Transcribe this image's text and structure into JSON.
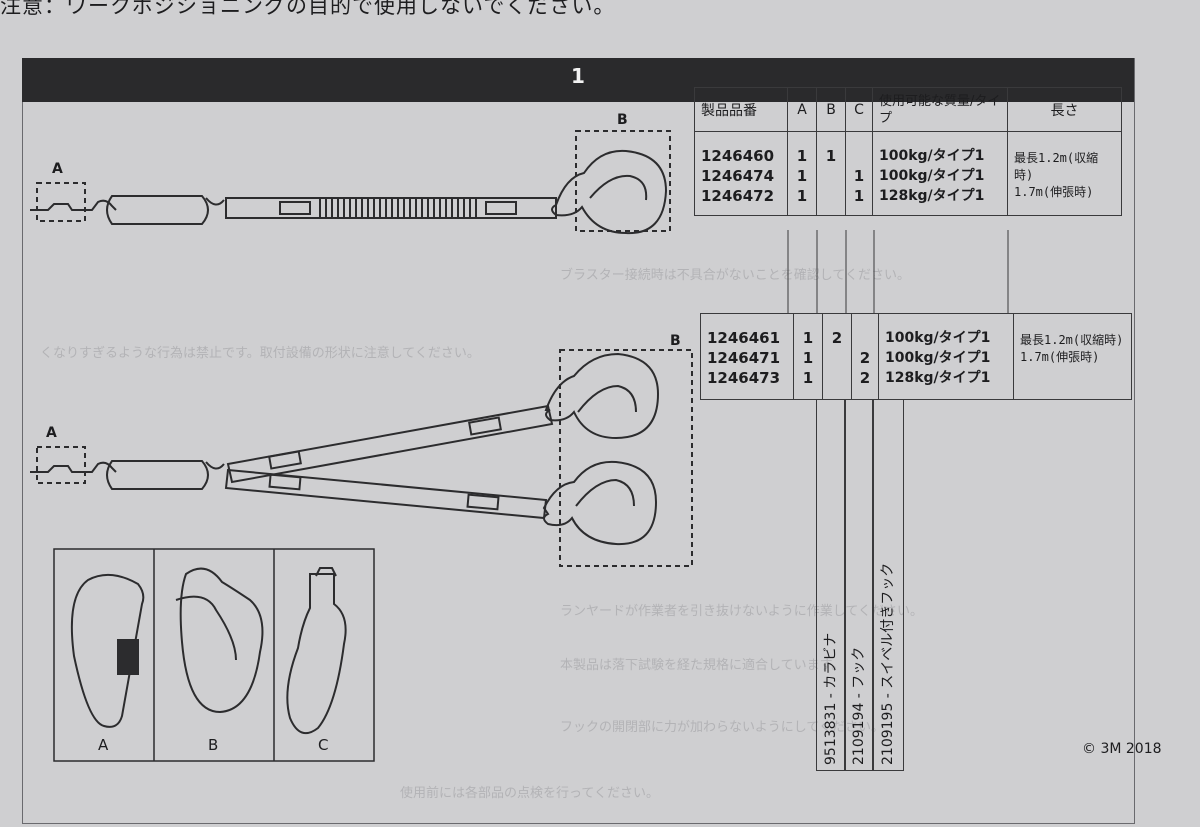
{
  "notice": "注意：ワークポジショニングの目的で使用しないでください。",
  "section": "1",
  "bleed_text": [
    "くなりすぎるような行為は禁止です。取付設備の形状に注意してください。",
    "ブラスター接続時は不具合がないことを確認してください。",
    "ランヤードが作業者を引き抜けないように作業してください。",
    "本製品は落下試験を経た規格に適合しています。",
    "フックの開閉部に力が加わらないようにしてください。",
    "使用前には各部品の点検を行ってください。"
  ],
  "table1": {
    "headers": {
      "code": "製品品番",
      "a": "A",
      "b": "B",
      "c": "C",
      "mass": "使用可能な質量/タイプ",
      "length": "長さ"
    },
    "rows": [
      {
        "code": "1246460",
        "a": "1",
        "b": "1",
        "c": "",
        "mass": "100kg/タイプ1"
      },
      {
        "code": "1246474",
        "a": "1",
        "b": "",
        "c": "1",
        "mass": "100kg/タイプ1"
      },
      {
        "code": "1246472",
        "a": "1",
        "b": "",
        "c": "1",
        "mass": "128kg/タイプ1"
      }
    ],
    "length": [
      "最長1.2m(収縮時)",
      "1.7m(伸張時)"
    ]
  },
  "table2": {
    "rows": [
      {
        "code": "1246461",
        "a": "1",
        "b": "2",
        "c": "",
        "mass": "100kg/タイプ1"
      },
      {
        "code": "1246471",
        "a": "1",
        "b": "",
        "c": "2",
        "mass": "100kg/タイプ1"
      },
      {
        "code": "1246473",
        "a": "1",
        "b": "",
        "c": "2",
        "mass": "128kg/タイプ1"
      }
    ],
    "length": [
      "最長1.2m(収縮時)",
      "1.7m(伸張時)"
    ]
  },
  "part_legend": [
    "9513831 - カラビナ",
    "2109194 - フック",
    "2109195 - スイベル付きフック"
  ],
  "diagram_labels": {
    "a": "A",
    "b": "B"
  },
  "thumb_captions": [
    "A",
    "B",
    "C"
  ],
  "copyright": "© 3M 2018"
}
